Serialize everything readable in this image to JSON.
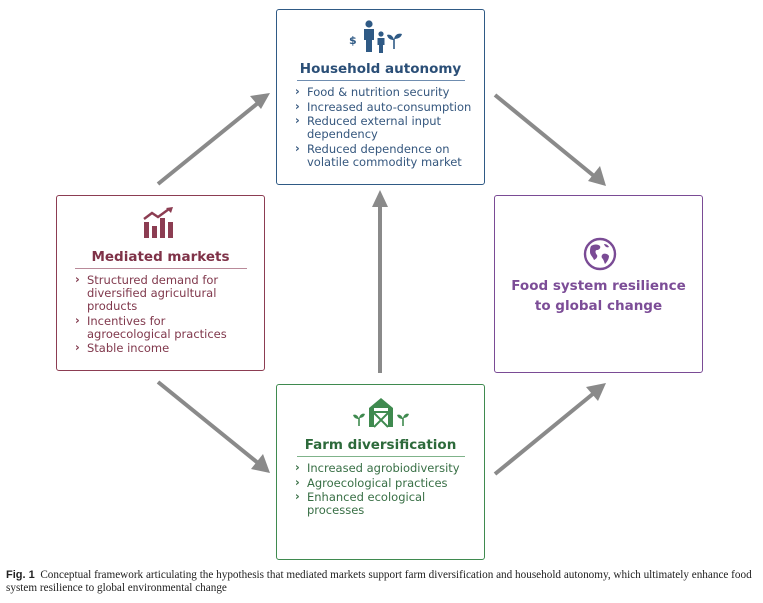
{
  "household": {
    "title": "Household autonomy",
    "items": [
      "Food & nutrition security",
      "Increased auto-consumption",
      "Reduced external input dependency",
      "Reduced dependence on volatile commodity market"
    ],
    "color": "#2f5a85"
  },
  "markets": {
    "title": "Mediated markets",
    "items": [
      "Structured demand for diversified agricultural products",
      "Incentives for agroecological practices",
      "Stable income"
    ],
    "color": "#8c3d52"
  },
  "resilience": {
    "title_line1": "Food system resilience",
    "title_line2": "to global change",
    "color": "#7a4b95"
  },
  "farm": {
    "title": "Farm diversification",
    "items": [
      "Increased agrobiodiversity",
      "Agroecological practices",
      "Enhanced ecological processes"
    ],
    "color": "#3f8a4f"
  },
  "icons": {
    "household": "family-money-plant-icon",
    "markets": "bar-chart-growth-icon",
    "resilience": "globe-icon",
    "farm": "barn-icon"
  },
  "household_icon_symbol": "$",
  "caption": {
    "label": "Fig. 1",
    "text": "Conceptual framework articulating the hypothesis that mediated markets support farm diversification and household autonomy, which ultimately enhance food system resilience to global environmental change"
  }
}
